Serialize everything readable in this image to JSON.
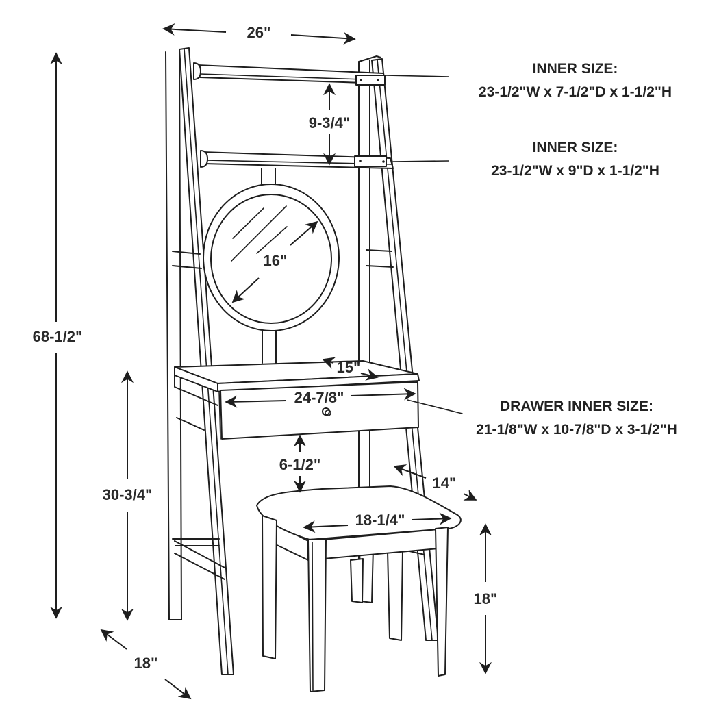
{
  "diagram": {
    "subject": "Ladder vanity desk with round mirror, drawer and stool",
    "colors": {
      "line": "#1e1e1e",
      "text": "#2a2a2a",
      "background": "#ffffff"
    },
    "dimensions": {
      "overall_width": "26\"",
      "overall_height": "68-1/2\"",
      "overall_depth": "18\"",
      "shelf_spacing": "9-3/4\"",
      "mirror_diameter": "16\"",
      "desk_depth": "15\"",
      "desk_width": "24-7/8\"",
      "drawer_clearance": "6-1/2\"",
      "desk_height": "30-3/4\"",
      "stool_depth": "14\"",
      "stool_width": "18-1/4\"",
      "stool_height": "18\""
    },
    "callouts": {
      "top_shelf": {
        "title": "INNER SIZE:",
        "size": "23-1/2\"W x 7-1/2\"D x 1-1/2\"H"
      },
      "second_shelf": {
        "title": "INNER SIZE:",
        "size": "23-1/2\"W x 9\"D x 1-1/2\"H"
      },
      "drawer": {
        "title": "DRAWER INNER SIZE:",
        "size": "21-1/8\"W x 10-7/8\"D x 3-1/2\"H"
      }
    }
  }
}
